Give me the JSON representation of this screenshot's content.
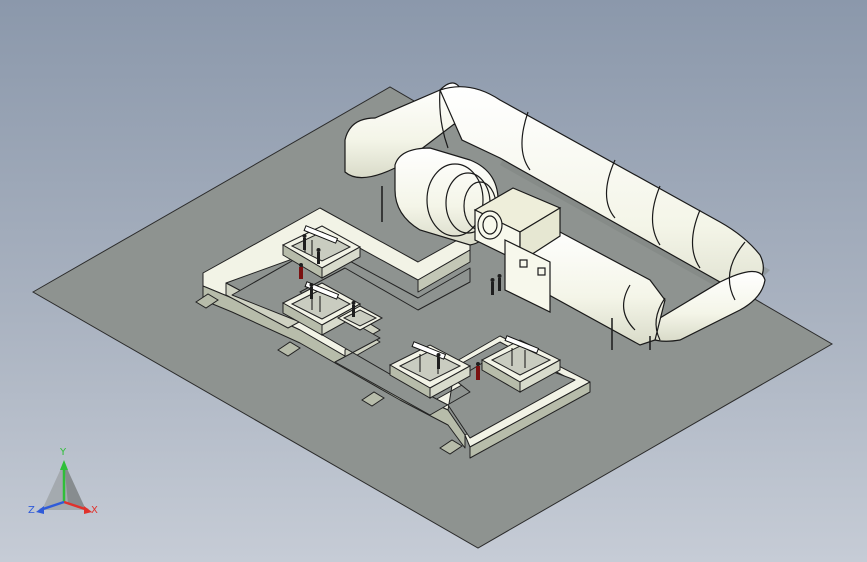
{
  "colors": {
    "background_top": "#8b98ab",
    "background_bottom": "#c6ccd6",
    "floor": "#8e9390",
    "duct": "#f7f8ec",
    "wall_top": "#f2f3e6",
    "wall_side": "#b7bcaa",
    "basin": "#c9ccc0",
    "axis_x": "#e0322c",
    "axis_y": "#2fbf39",
    "axis_z": "#2f5bd9"
  },
  "triad": {
    "x_label": "X",
    "y_label": "Y",
    "z_label": "Z"
  }
}
